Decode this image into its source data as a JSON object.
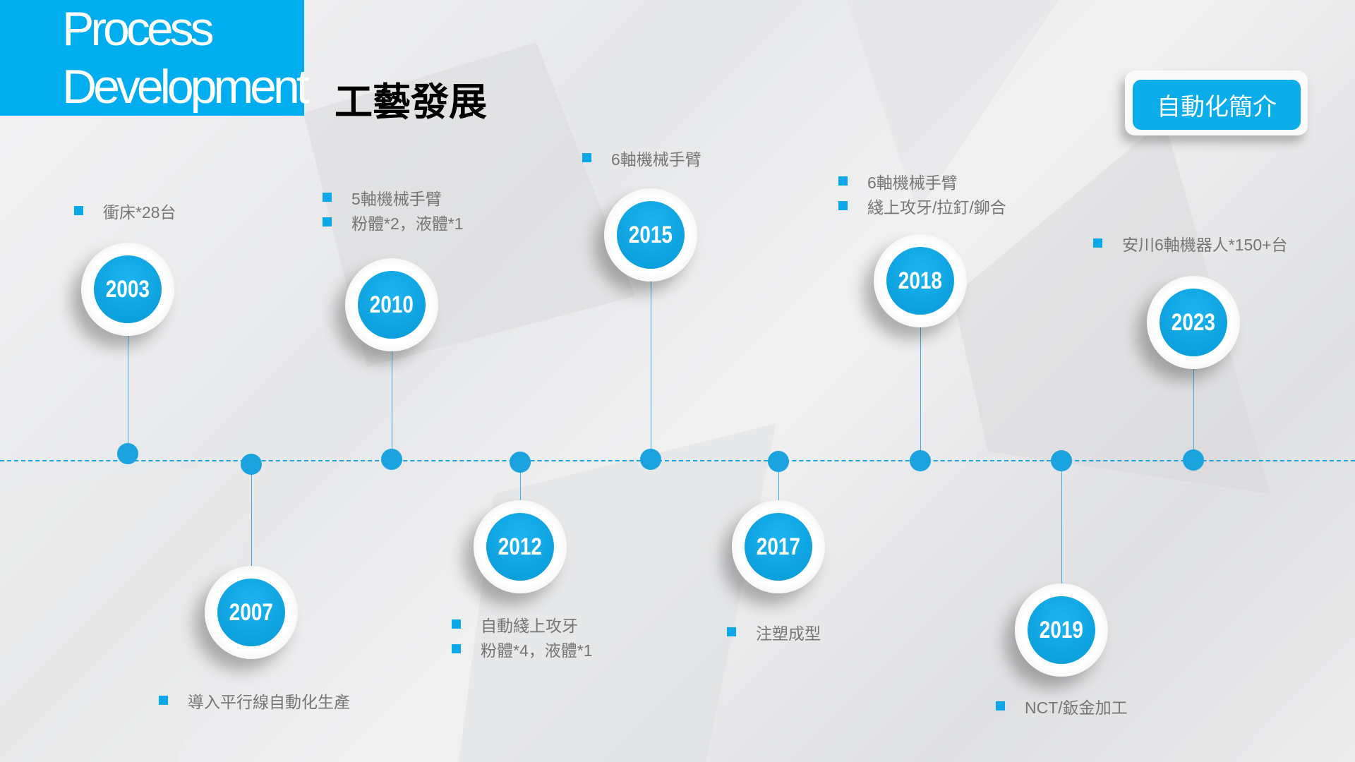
{
  "header": {
    "title_en_line1": "Process",
    "title_en_line2": "Development",
    "title_zh": "工藝發展"
  },
  "intro_button": "自動化簡介",
  "colors": {
    "accent": "#00adef",
    "text_gray": "#767676"
  },
  "timeline": [
    {
      "year": "2003",
      "notes": [
        "衝床*28台"
      ]
    },
    {
      "year": "2007",
      "notes": [
        "導入平行線自動化生產"
      ]
    },
    {
      "year": "2010",
      "notes": [
        "5軸機械手臂",
        "粉體*2，液體*1"
      ]
    },
    {
      "year": "2012",
      "notes": [
        "自動綫上攻牙",
        "粉體*4，液體*1"
      ]
    },
    {
      "year": "2015",
      "notes": [
        "6軸機械手臂"
      ]
    },
    {
      "year": "2017",
      "notes": [
        "注塑成型"
      ]
    },
    {
      "year": "2018",
      "notes": [
        "6軸機械手臂",
        "綫上攻牙/拉釘/鉚合"
      ]
    },
    {
      "year": "2019",
      "notes": [
        "NCT/鈑金加工"
      ]
    },
    {
      "year": "2023",
      "notes": [
        "安川6軸機器人*150+台"
      ]
    }
  ]
}
